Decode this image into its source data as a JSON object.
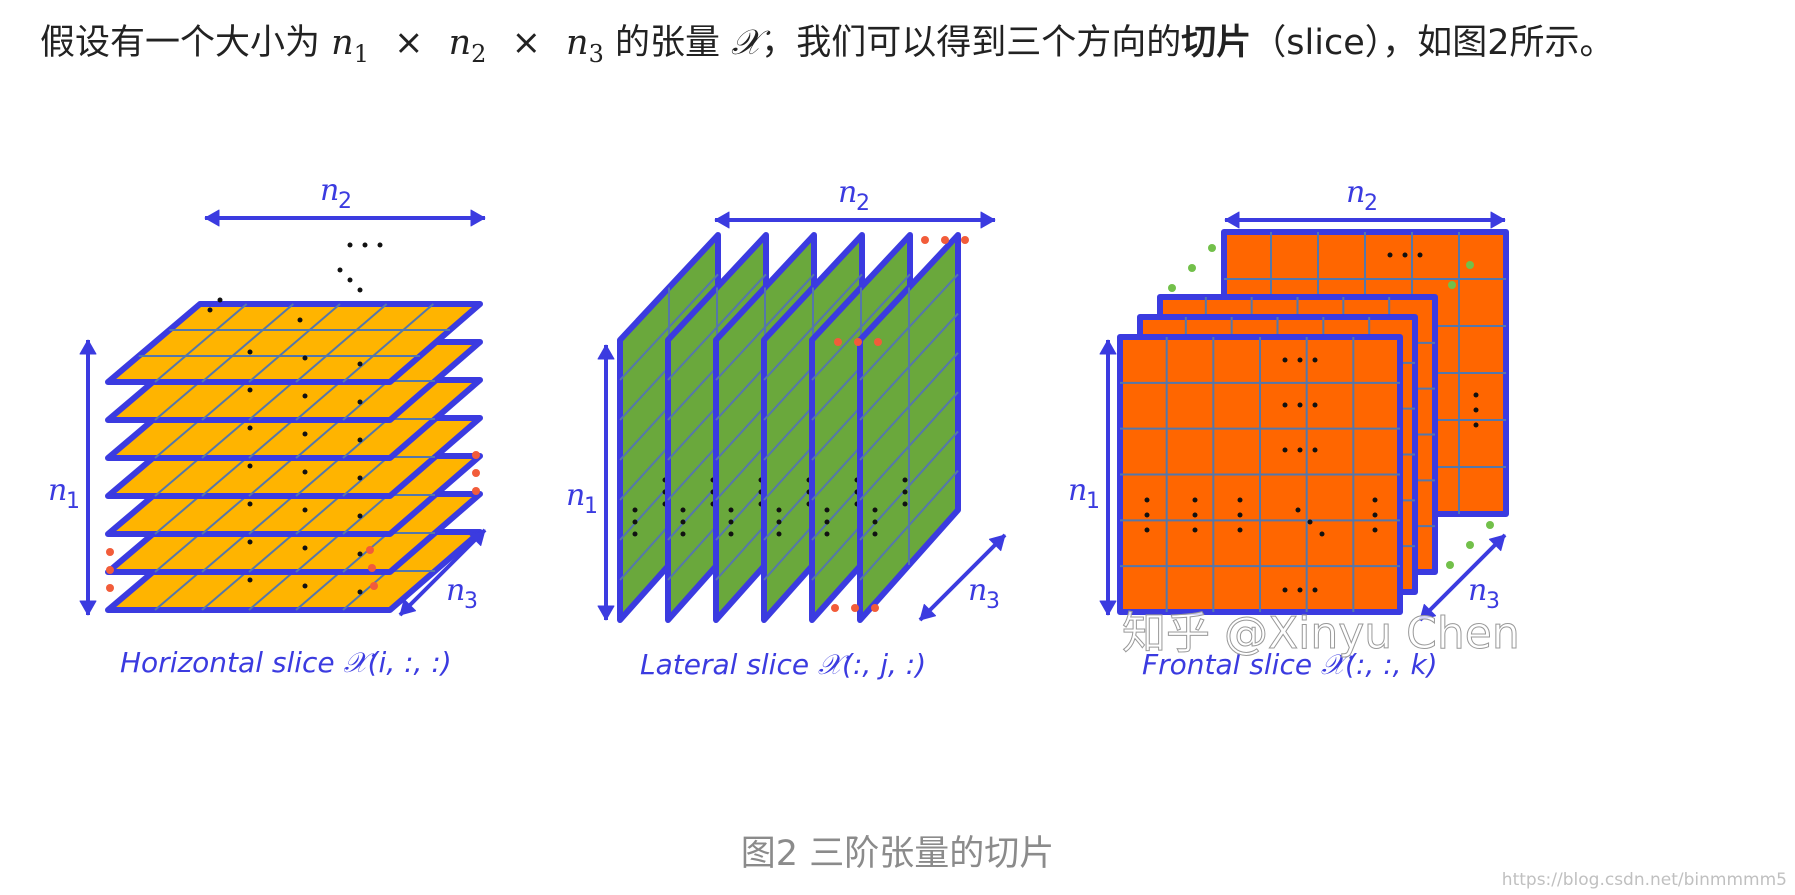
{
  "paragraph": {
    "part1": "假设有一个大小为",
    "n1": "n",
    "n1_sub": "1",
    "times1": "×",
    "n2": "n",
    "n2_sub": "2",
    "times2": "×",
    "n3": "n",
    "n3_sub": "3",
    "part2": "的张量",
    "tensor_symbol": "𝒳",
    "part3": "，我们可以得到三个方向的",
    "bold_term": "切片",
    "part4": "（slice），如图2所示。"
  },
  "figure": {
    "panels": [
      {
        "label": "Horizontal slice 𝒳(i, :, :)",
        "slice_count": 7,
        "fill": "#FFB400"
      },
      {
        "label": "Lateral slice 𝒳(:, j, :)",
        "slice_count": 6,
        "fill": "#6AA83C"
      },
      {
        "label": "Frontal slice 𝒳(:, :, k)",
        "slice_count": 4,
        "fill": "#FF6600"
      }
    ],
    "dim_labels": {
      "n1": "n1",
      "n2": "n2",
      "n3": "n3"
    },
    "watermark": "知乎 @Xinyu Chen",
    "colors": {
      "outline": "#3B3BE0",
      "grid": "#5577AA",
      "dots_accent": "#F25C3A",
      "dots_green": "#72C04A",
      "label": "#3B3BE0"
    }
  },
  "caption": "图2 三阶张量的切片",
  "source_url": "https://blog.csdn.net/binmmmm5"
}
